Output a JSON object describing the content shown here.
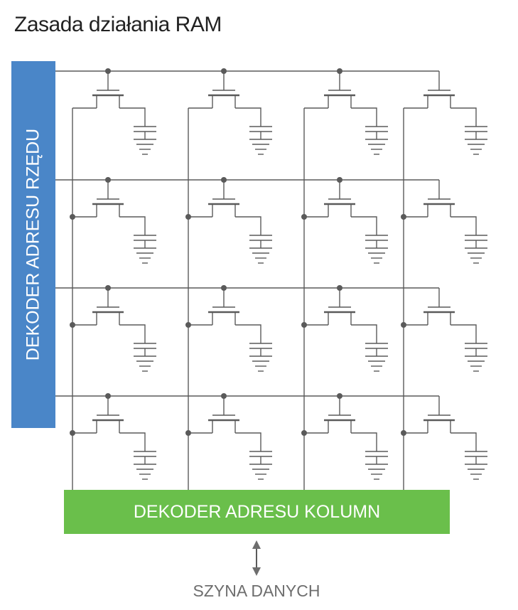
{
  "title": "Zasada działania RAM",
  "row_decoder": {
    "label": "DEKODER ADRESU RZĘDU",
    "color": "#4a86c8"
  },
  "column_decoder": {
    "label": "DEKODER ADRESU KOLUMN",
    "color": "#6abf4b"
  },
  "data_bus": {
    "label": "SZYNA DANYCH"
  },
  "wire_color": "#5a5a5a",
  "cell_grid": {
    "rows": 4,
    "columns": 4
  }
}
